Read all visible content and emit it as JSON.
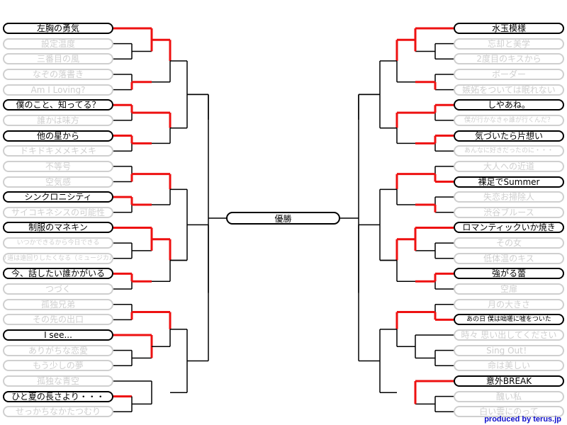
{
  "final_label": "優勝",
  "credit": "produced by terus.jp",
  "colors": {
    "win": "#ee1111",
    "line": "#000000",
    "out": "#cfcfcf"
  },
  "left_bracket": [
    {
      "name": "左胸の勇気",
      "winner": true
    },
    {
      "name": "設定温度",
      "winner": false
    },
    {
      "name": "三番目の風",
      "winner": false
    },
    {
      "name": "なぞの落書き",
      "winner": false
    },
    {
      "name": "Am I Loving?",
      "winner": false
    },
    {
      "name": "僕のこと、知ってる？",
      "winner": true
    },
    {
      "name": "誰かは味方",
      "winner": false
    },
    {
      "name": "他の星から",
      "winner": true
    },
    {
      "name": "ドキドキメメキメキ",
      "winner": false
    },
    {
      "name": "不等号",
      "winner": false
    },
    {
      "name": "空気感",
      "winner": false
    },
    {
      "name": "シンクロニシティ",
      "winner": true
    },
    {
      "name": "サイコキネシスの可能性",
      "winner": false
    },
    {
      "name": "制服のマネキン",
      "winner": true
    },
    {
      "name": "いつかできるから今日できる",
      "winner": false
    },
    {
      "name": "帰り道は遠回りしたくなる（ミュージカル）",
      "winner": false
    },
    {
      "name": "今、話したい誰かがいる",
      "winner": true
    },
    {
      "name": "つづく",
      "winner": false
    },
    {
      "name": "孤独兄弟",
      "winner": false
    },
    {
      "name": "その先の出口",
      "winner": false
    },
    {
      "name": "I see...",
      "winner": true
    },
    {
      "name": "ありがちな恋愛",
      "winner": false
    },
    {
      "name": "もう少しの夢",
      "winner": false
    },
    {
      "name": "孤独な青空",
      "winner": false
    },
    {
      "name": "ひと夏の長さより・・・",
      "winner": true
    },
    {
      "name": "せっかちなかたつむり",
      "winner": false
    }
  ],
  "right_bracket": [
    {
      "name": "水玉模様",
      "winner": true
    },
    {
      "name": "忘却と美学",
      "winner": false
    },
    {
      "name": "2度目のキスから",
      "winner": false
    },
    {
      "name": "ボーダー",
      "winner": false
    },
    {
      "name": "嫉妬をついては眠れない",
      "winner": false
    },
    {
      "name": "しやあね。",
      "winner": true
    },
    {
      "name": "僕が行かなきゃ誰が行くんだ？",
      "winner": false
    },
    {
      "name": "気づいたら片想い",
      "winner": true
    },
    {
      "name": "あんなに好きだったのに・・・",
      "winner": false
    },
    {
      "name": "大人への近道",
      "winner": false
    },
    {
      "name": "裸足でSummer",
      "winner": true
    },
    {
      "name": "失恋お掃除人",
      "winner": false
    },
    {
      "name": "渋谷ブルース",
      "winner": false
    },
    {
      "name": "ロマンティックいか焼き",
      "winner": true
    },
    {
      "name": "その女",
      "winner": false
    },
    {
      "name": "低体温のキス",
      "winner": false
    },
    {
      "name": "強がる蕾",
      "winner": true
    },
    {
      "name": "空扉",
      "winner": false
    },
    {
      "name": "月の大きさ",
      "winner": false
    },
    {
      "name": "あの日 僕は咄嗟に嘘をついた",
      "winner": true
    },
    {
      "name": "時々 思い出してください",
      "winner": false
    },
    {
      "name": "Sing Out！",
      "winner": false
    },
    {
      "name": "命は美しい",
      "winner": false
    },
    {
      "name": "意外BREAK",
      "winner": true
    },
    {
      "name": "醜い私",
      "winner": false
    },
    {
      "name": "白い雲にのって",
      "winner": false
    }
  ]
}
